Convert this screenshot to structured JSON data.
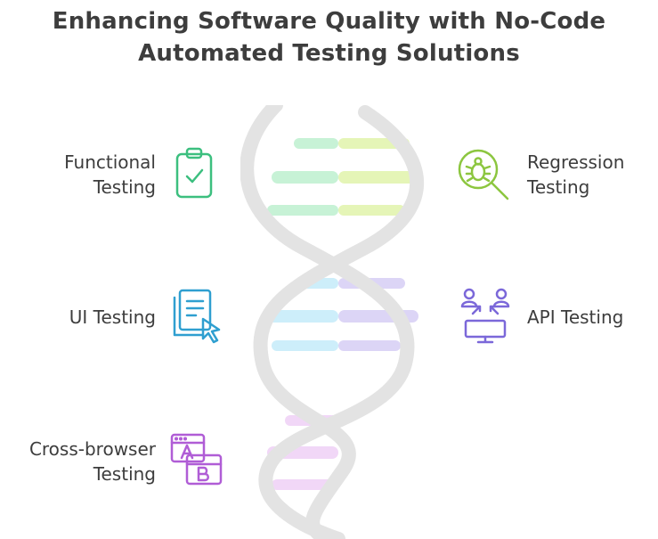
{
  "title": {
    "line1": "Enhancing Software Quality with No-Code",
    "line2": "Automated Testing Solutions"
  },
  "items": [
    {
      "line1": "Functional",
      "line2": "Testing",
      "icon": "clipboard-check-icon",
      "color": "#3cbf7f"
    },
    {
      "line1": "Regression",
      "line2": "Testing",
      "icon": "bug-search-icon",
      "color": "#8cc63f"
    },
    {
      "line1": "UI Testing",
      "line2": "",
      "icon": "document-cursor-icon",
      "color": "#2f9fd0"
    },
    {
      "line1": "API Testing",
      "line2": "",
      "icon": "users-network-icon",
      "color": "#7b68d9"
    },
    {
      "line1": "Cross-browser",
      "line2": "Testing",
      "icon": "browser-ab-icon",
      "color": "#b05dd6"
    }
  ],
  "helix_colors": {
    "backbone": "#e3e3e3",
    "green": "#c7f2d6",
    "lime": "#e5f5b7",
    "blue": "#cdeefa",
    "violet": "#dcd5f6",
    "pink": "#f1d7f7"
  }
}
